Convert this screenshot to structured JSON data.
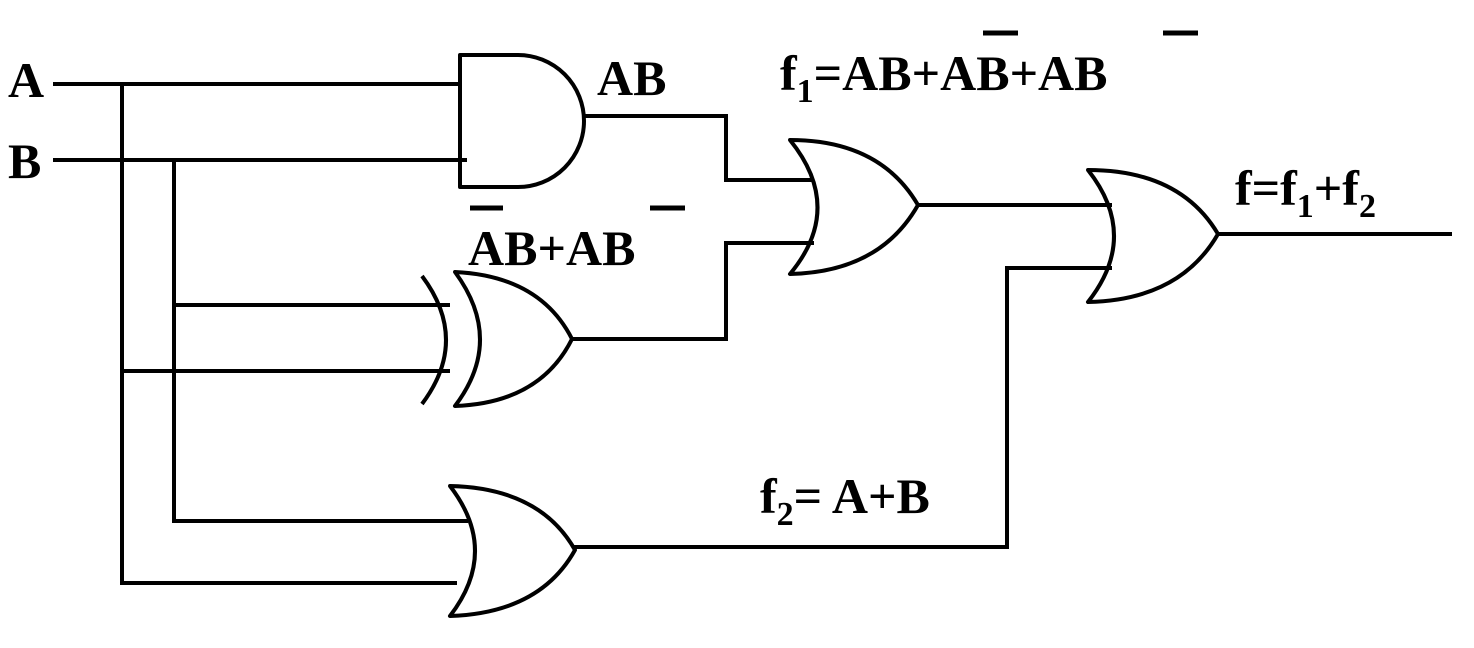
{
  "inputs": {
    "a": "A",
    "b": "B"
  },
  "labels": {
    "and_out": {
      "p1": "AB"
    },
    "xor_out": {
      "p1": "A",
      "p2": "B+A",
      "p3": "B"
    },
    "f1": {
      "p1": "f",
      "p2": "1",
      "p3": "=AB+",
      "p4": "A",
      "p5": "B+A",
      "p6": "B"
    },
    "f2": {
      "p1": "f",
      "p2": "2",
      "p3": "= A+B"
    },
    "f": {
      "p1": "f=f",
      "p2": "1",
      "p3": "+f",
      "p4": "2"
    }
  },
  "colors": {
    "line": "#000000",
    "background": "#ffffff"
  }
}
